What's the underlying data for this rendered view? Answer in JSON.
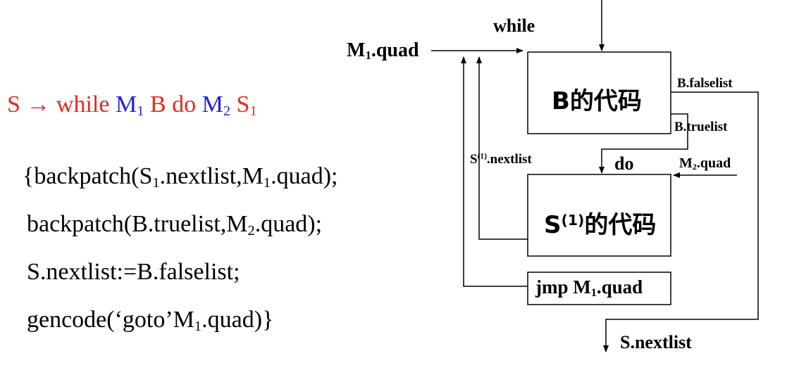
{
  "rule": {
    "s": "S",
    "arrow": "→",
    "while": "while",
    "m1": "M",
    "m1_sub": "1",
    "b": "B",
    "do": "do",
    "m2": "M",
    "m2_sub": "2",
    "s1": "S",
    "s1_sub": "1"
  },
  "code": {
    "line1_a": "{backpatch(S",
    "line1_sub1": "1",
    "line1_b": ".nextlist,M",
    "line1_sub2": "1",
    "line1_c": ".quad);",
    "line2_a": "backpatch(B.truelist,M",
    "line2_sub": "2",
    "line2_b": ".quad);",
    "line3": "S.nextlist:=B.falselist;",
    "line4_a": "gencode(‘goto’M",
    "line4_sub": "1",
    "line4_b": ".quad)}"
  },
  "diagram": {
    "while_label": "while",
    "m1quad_m": "M",
    "m1quad_sub": "1",
    "m1quad_rest": ".quad",
    "b_box": "B的代码",
    "falselist": "B.falselist",
    "truelist": "B.truelist",
    "do_label": "do",
    "s1next_s": "S",
    "s1next_sup": "(1)",
    "s1next_rest": ".nextlist",
    "m2quad_m": "M",
    "m2quad_sub": "2",
    "m2quad_rest": ".quad",
    "s1_box_s": "S",
    "s1_box_sup": "(1)",
    "s1_box_rest": "的代码",
    "jmp_a": "jmp M",
    "jmp_sub": "1",
    "jmp_b": ".quad",
    "snextlist": "S.nextlist"
  }
}
